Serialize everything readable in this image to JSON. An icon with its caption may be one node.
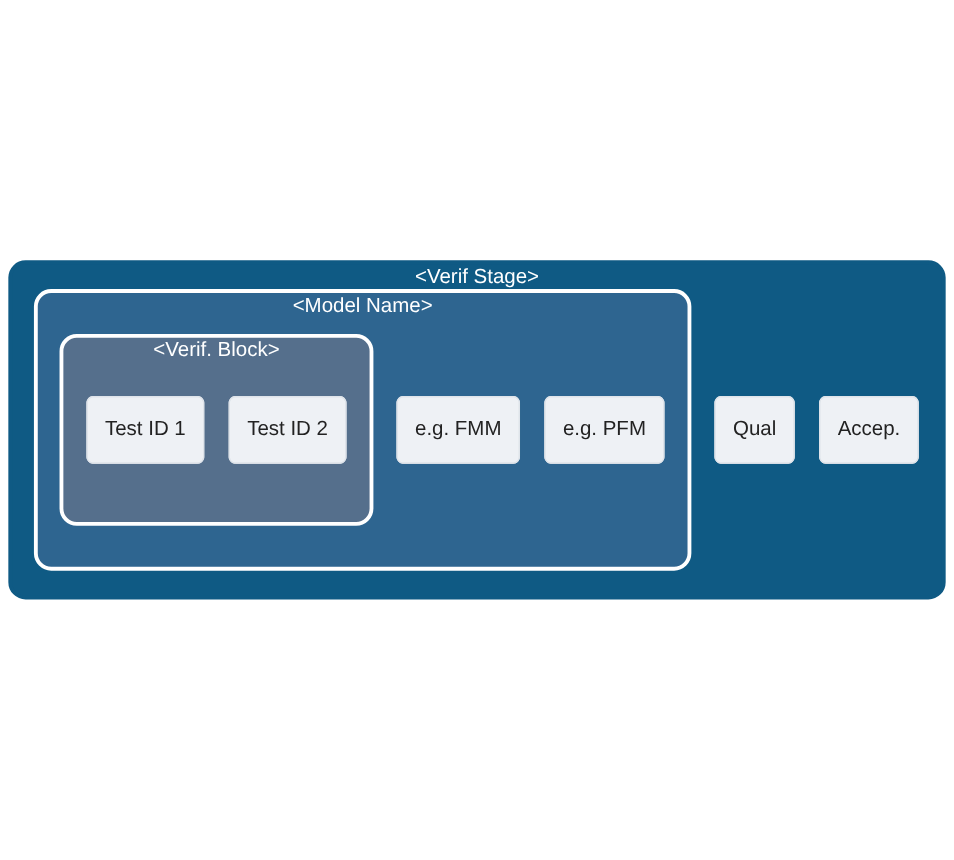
{
  "diagram": {
    "nodes": [
      {
        "text": [
          "<Verif Stage>"
        ]
      },
      {
        "text": [
          "Qual"
        ],
        "in": 0
      },
      {
        "text": [
          "Accep."
        ],
        "in": 0
      },
      {
        "text": [
          "<Model Name>"
        ],
        "in": 0
      },
      {
        "text": [
          "e.g. FMM"
        ],
        "in": 3
      },
      {
        "text": [
          "e.g. PFM"
        ],
        "in": 3
      },
      {
        "text": [
          "<Verif. Block>"
        ],
        "in": 3
      },
      {
        "text": [
          "Test ID 1"
        ],
        "in": 6
      },
      {
        "text": [
          "Test ID 2"
        ],
        "in": 6
      }
    ],
    "edges": []
  }
}
